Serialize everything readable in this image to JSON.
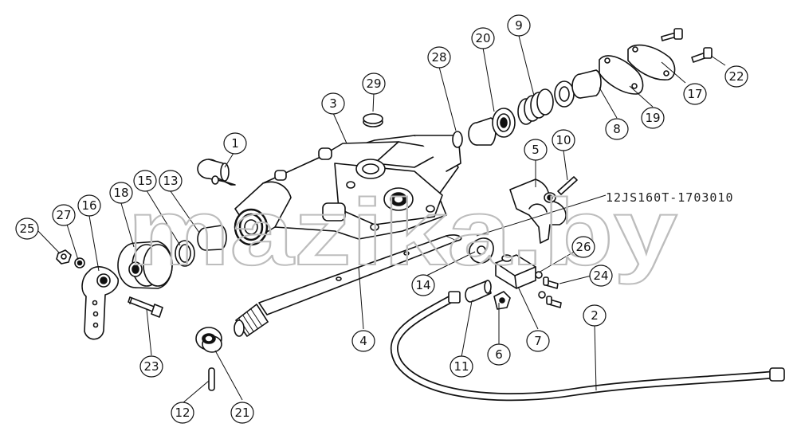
{
  "drawing": {
    "part_number": "12JS160T-1703010",
    "watermark": "mazika.by",
    "ink_color": "#111111",
    "watermark_color": "#c8c8c8"
  },
  "callouts": [
    {
      "id": "c1",
      "label": "1"
    },
    {
      "id": "c2",
      "label": "2"
    },
    {
      "id": "c3",
      "label": "3"
    },
    {
      "id": "c4",
      "label": "4"
    },
    {
      "id": "c5",
      "label": "5"
    },
    {
      "id": "c6",
      "label": "6"
    },
    {
      "id": "c7",
      "label": "7"
    },
    {
      "id": "c8",
      "label": "8"
    },
    {
      "id": "c9",
      "label": "9"
    },
    {
      "id": "c10",
      "label": "10"
    },
    {
      "id": "c11",
      "label": "11"
    },
    {
      "id": "c12",
      "label": "12"
    },
    {
      "id": "c13",
      "label": "13"
    },
    {
      "id": "c14",
      "label": "14"
    },
    {
      "id": "c15",
      "label": "15"
    },
    {
      "id": "c16",
      "label": "16"
    },
    {
      "id": "c17",
      "label": "17"
    },
    {
      "id": "c18",
      "label": "18"
    },
    {
      "id": "c19",
      "label": "19"
    },
    {
      "id": "c20",
      "label": "20"
    },
    {
      "id": "c21",
      "label": "21"
    },
    {
      "id": "c22",
      "label": "22"
    },
    {
      "id": "c23",
      "label": "23"
    },
    {
      "id": "c24",
      "label": "24"
    },
    {
      "id": "c25",
      "label": "25"
    },
    {
      "id": "c26",
      "label": "26"
    },
    {
      "id": "c27",
      "label": "27"
    },
    {
      "id": "c28",
      "label": "28"
    },
    {
      "id": "c29",
      "label": "29"
    }
  ]
}
